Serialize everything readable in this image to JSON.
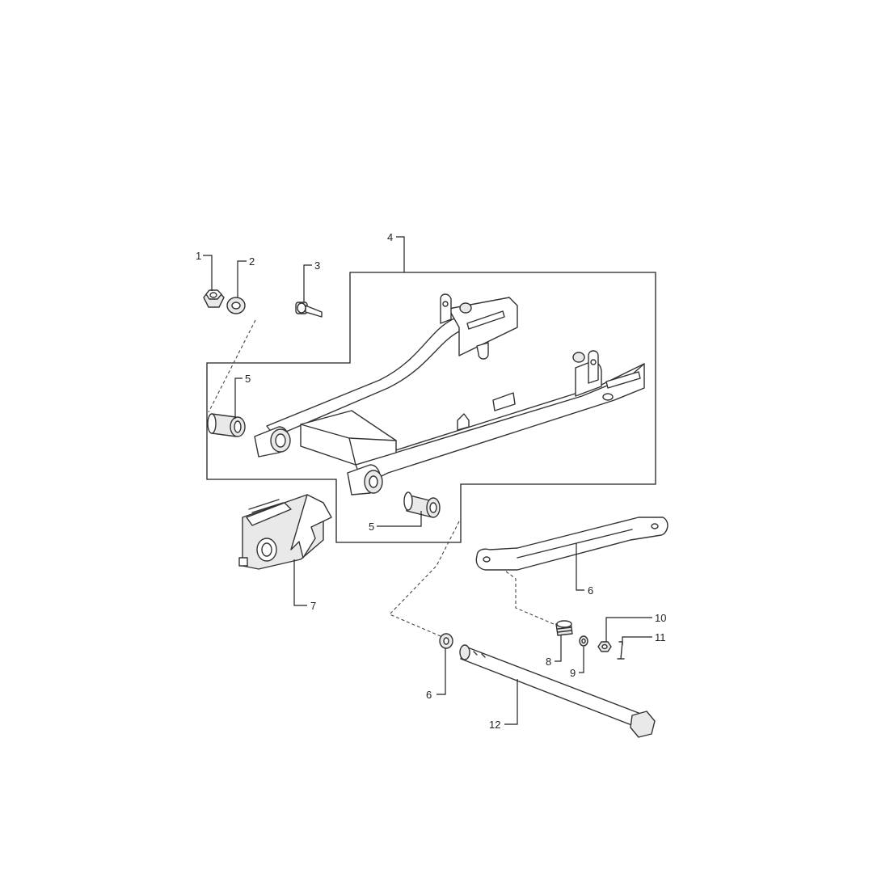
{
  "callouts": {
    "c1": "1",
    "c2": "2",
    "c3": "3",
    "c4": "4",
    "c5a": "5",
    "c5b": "5",
    "c6a": "6",
    "c6b": "6",
    "c7": "7",
    "c8": "8",
    "c9": "9",
    "c10": "10",
    "c11": "11",
    "c12": "12"
  },
  "parts": [
    {
      "callout": "1",
      "icon": "nut-icon"
    },
    {
      "callout": "2",
      "icon": "washer-icon"
    },
    {
      "callout": "3",
      "icon": "bolt-icon"
    },
    {
      "callout": "4",
      "icon": "swingarm-icon"
    },
    {
      "callout": "5",
      "icon": "bushing-icon"
    },
    {
      "callout": "6",
      "icon": "torque-link-icon"
    },
    {
      "callout": "7",
      "icon": "chain-guide-icon"
    },
    {
      "callout": "8",
      "icon": "spring-icon"
    },
    {
      "callout": "9",
      "icon": "washer-icon"
    },
    {
      "callout": "10",
      "icon": "nut-icon"
    },
    {
      "callout": "11",
      "icon": "cotter-pin-icon"
    },
    {
      "callout": "12",
      "icon": "pivot-shaft-icon"
    }
  ],
  "colors": {
    "line": "#333333",
    "background": "#ffffff"
  }
}
